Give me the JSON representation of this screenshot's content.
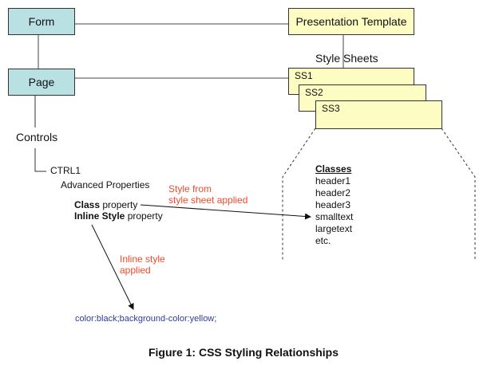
{
  "diagram": {
    "form": {
      "label": "Form"
    },
    "page": {
      "label": "Page"
    },
    "presentation_template": {
      "label": "Presentation Template"
    },
    "style_sheets_label": "Style Sheets",
    "style_sheets": [
      {
        "label": "SS1"
      },
      {
        "label": "SS2"
      },
      {
        "label": "SS3"
      }
    ],
    "controls_label": "Controls",
    "ctrl1_label": "CTRL1",
    "advanced_properties_label": "Advanced Properties",
    "class_property": {
      "bold": "Class",
      "rest": " property"
    },
    "inline_style_property": {
      "bold": "Inline Style",
      "rest": " property"
    },
    "annotation_stylesheet": [
      "Style from",
      "style sheet applied"
    ],
    "annotation_inline": [
      "Inline style",
      "applied"
    ],
    "inline_style_value": "color:black;background-color:yellow;",
    "classes": {
      "heading": "Classes",
      "items": [
        "header1",
        "header2",
        "header3",
        "smalltext",
        "largetext",
        "etc."
      ]
    },
    "colors": {
      "blue_box": "#b9e0e3",
      "yellow_box": "#fdfcc2",
      "annotation": "#f04a2c",
      "inline_value": "#2f3aa0"
    },
    "caption": "Figure 1: CSS Styling Relationships"
  }
}
